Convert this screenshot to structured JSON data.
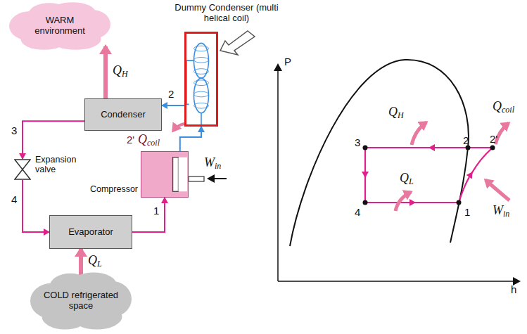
{
  "diagram": {
    "nodes": [
      {
        "text": [
          "WARM environment"
        ]
      },
      {
        "text": [
          "Condenser"
        ]
      },
      {
        "text": [
          "Expansion valve"
        ]
      },
      {
        "text": [
          "Compressor"
        ]
      },
      {
        "text": [
          "Evaporator"
        ]
      },
      {
        "text": [
          "COLD refrigerated space"
        ]
      },
      {
        "text": [
          "Dummy Condenser (multi helical coil)"
        ]
      }
    ],
    "edges": [
      {
        "from": 1,
        "to": 2,
        "arrow": "to"
      },
      {
        "from": 2,
        "to": 4,
        "arrow": "to"
      },
      {
        "from": 4,
        "to": 3,
        "arrow": "to"
      },
      {
        "from": 3,
        "to": 6,
        "arrow": "to"
      },
      {
        "from": 6,
        "to": 1,
        "arrow": "to"
      },
      {
        "from": 1,
        "to": 0,
        "label": "QH",
        "arrow": "to"
      },
      {
        "from": 5,
        "to": 4,
        "label": "QL",
        "arrow": "to"
      }
    ],
    "labels": [
      "Qcoil",
      "Win",
      "3",
      "4",
      "1",
      "2",
      "2'",
      "P",
      "h",
      "3",
      "2",
      "2'",
      "4",
      "1",
      "QH",
      "Qcoil",
      "QL",
      "Win"
    ]
  }
}
